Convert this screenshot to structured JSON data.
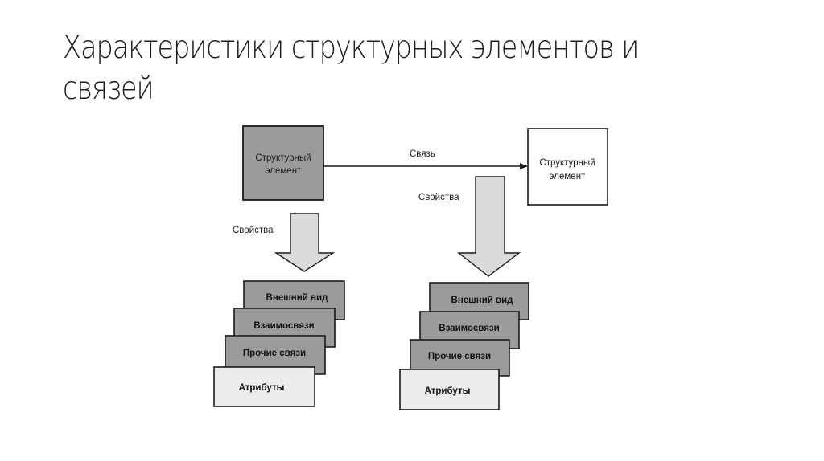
{
  "slide": {
    "title": "Характеристики структурных элементов и связей"
  },
  "diagram": {
    "source_element": {
      "line1": "Структурный",
      "line2": "элемент"
    },
    "target_element": {
      "line1": "Структурный",
      "line2": "элемент"
    },
    "link_label": "Связь",
    "left_properties_label": "Свойства",
    "right_properties_label": "Свойства",
    "left_stack": [
      "Внешний вид",
      "Взаимосвязи",
      "Прочие связи",
      "Атрибуты"
    ],
    "right_stack": [
      "Внешний вид",
      "Взаимосвязи",
      "Прочие связи",
      "Атрибуты"
    ]
  },
  "colors": {
    "dark_fill": "#9b9b9b",
    "light_fill": "#ececec",
    "arrow_fill": "#dadada",
    "stroke": "#1a1a1a"
  }
}
